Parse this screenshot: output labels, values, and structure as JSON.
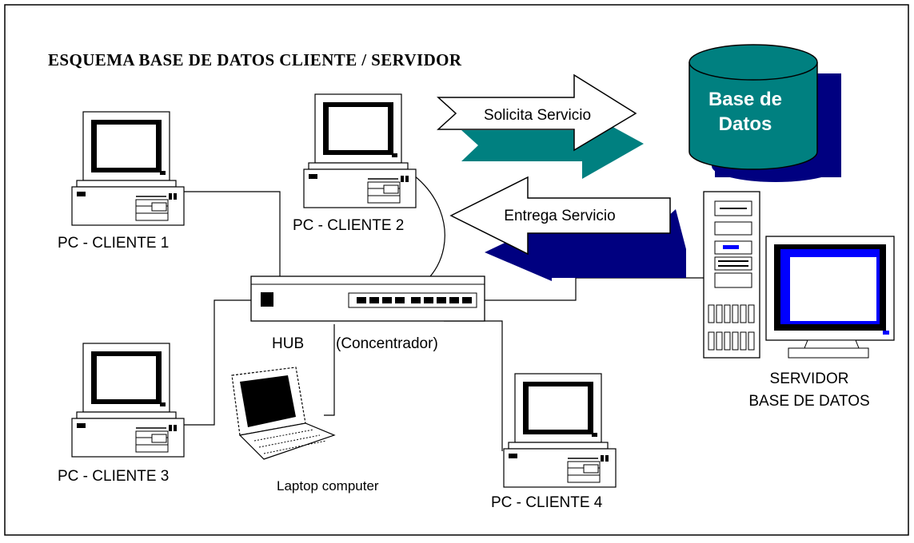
{
  "title": "ESQUEMA BASE DE DATOS CLIENTE / SERVIDOR",
  "database": {
    "line1": "Base de",
    "line2": "Datos"
  },
  "arrows": {
    "request": "Solicita Servicio",
    "response": "Entrega Servicio"
  },
  "clients": {
    "c1": "PC - CLIENTE 1",
    "c2": "PC - CLIENTE 2",
    "c3": "PC - CLIENTE 3",
    "c4": "PC - CLIENTE 4"
  },
  "hub": {
    "label": "HUB",
    "sublabel": "(Concentrador)"
  },
  "laptop": {
    "label": "Laptop computer"
  },
  "server": {
    "line1": "SERVIDOR",
    "line2": "BASE DE DATOS"
  },
  "colors": {
    "teal": "#008080",
    "navy": "#000080",
    "blue": "#0000ff",
    "screen": "#000000"
  }
}
